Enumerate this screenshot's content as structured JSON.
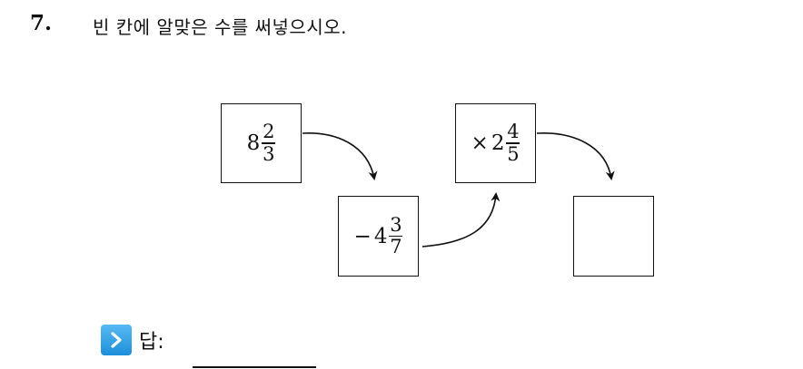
{
  "question": {
    "number": "7.",
    "text": "빈 칸에 알맞은 수를 써넣으시오."
  },
  "boxes": [
    {
      "operator": "",
      "whole": "8",
      "numerator": "2",
      "denominator": "3"
    },
    {
      "operator": "−",
      "whole": "4",
      "numerator": "3",
      "denominator": "7"
    },
    {
      "operator": "×",
      "whole": "2",
      "numerator": "4",
      "denominator": "5"
    },
    {
      "operator": "",
      "whole": "",
      "numerator": "",
      "denominator": ""
    }
  ],
  "answer": {
    "label": "답:",
    "icon": "chevron-right-icon",
    "icon_color": "#2b9be0"
  }
}
